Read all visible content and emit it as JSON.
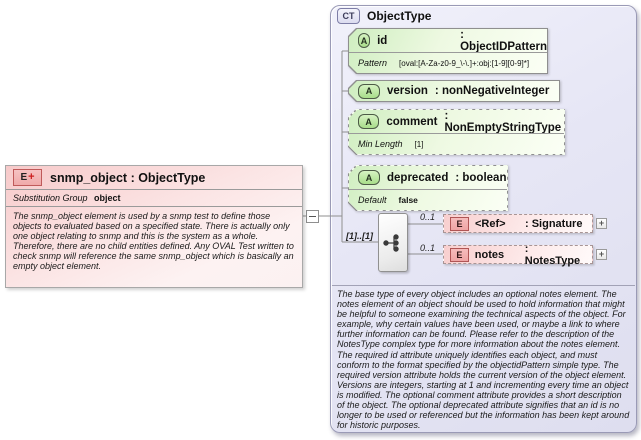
{
  "ui": {
    "expander_plus": "+",
    "element_plus": "+"
  },
  "element_box": {
    "badge": "E",
    "title": "snmp_object : ObjectType",
    "substitution_group_label": "Substitution Group",
    "substitution_group_value": "object",
    "description": "The snmp_object element is used by a snmp test to define those objects to evaluated based on a specified state. There is actually only one object relating to snmp and this is the system as a whole. Therefore, there are no child entities defined. Any OVAL Test written to check snmp will reference the same snmp_object which is basically an empty object element."
  },
  "complex_type": {
    "badge": "CT",
    "title": "ObjectType",
    "attributes": [
      {
        "badge": "A",
        "name": "id",
        "type": ": ObjectIDPattern",
        "facet_label": "Pattern",
        "facet_value": "[oval:[A-Za-z0-9_\\-\\.]+:obj:[1-9][0-9]*]"
      },
      {
        "badge": "A",
        "name": "version",
        "type": ": nonNegativeInteger"
      },
      {
        "badge": "A",
        "name": "comment",
        "type": ": NonEmptyStringType",
        "facet_label": "Min Length",
        "facet_value": "[1]"
      },
      {
        "badge": "A",
        "name": "deprecated",
        "type": ": boolean",
        "facet_label": "Default",
        "facet_value": "false"
      }
    ],
    "compositor": {
      "cardinality": "[1]..[1]"
    },
    "children": [
      {
        "badge": "E",
        "occurs": "0..1",
        "name": "<Ref>",
        "type": ": Signature"
      },
      {
        "badge": "E",
        "occurs": "0..1",
        "name": "notes",
        "type": ": NotesType"
      }
    ],
    "description": "The base type of every object includes an optional notes element. The notes element of an object should be used to hold information that might be helpful to someone examining the technical aspects of the object. For example, why certain values have been used, or maybe a link to where further information can be found. Please refer to the description of the NotesType complex type for more information about the notes element. The required id attribute uniquely identifies each object, and must conform to the format specified by the objectidPattern simple type. The required version attribute holds the current version of the object element. Versions are integers, starting at 1 and incrementing every time an object is modified. The optional comment attribute provides a short description of the object. The optional deprecated attribute signifies that an id is no longer to be used or referenced but the information has been kept around for historic purposes."
  }
}
